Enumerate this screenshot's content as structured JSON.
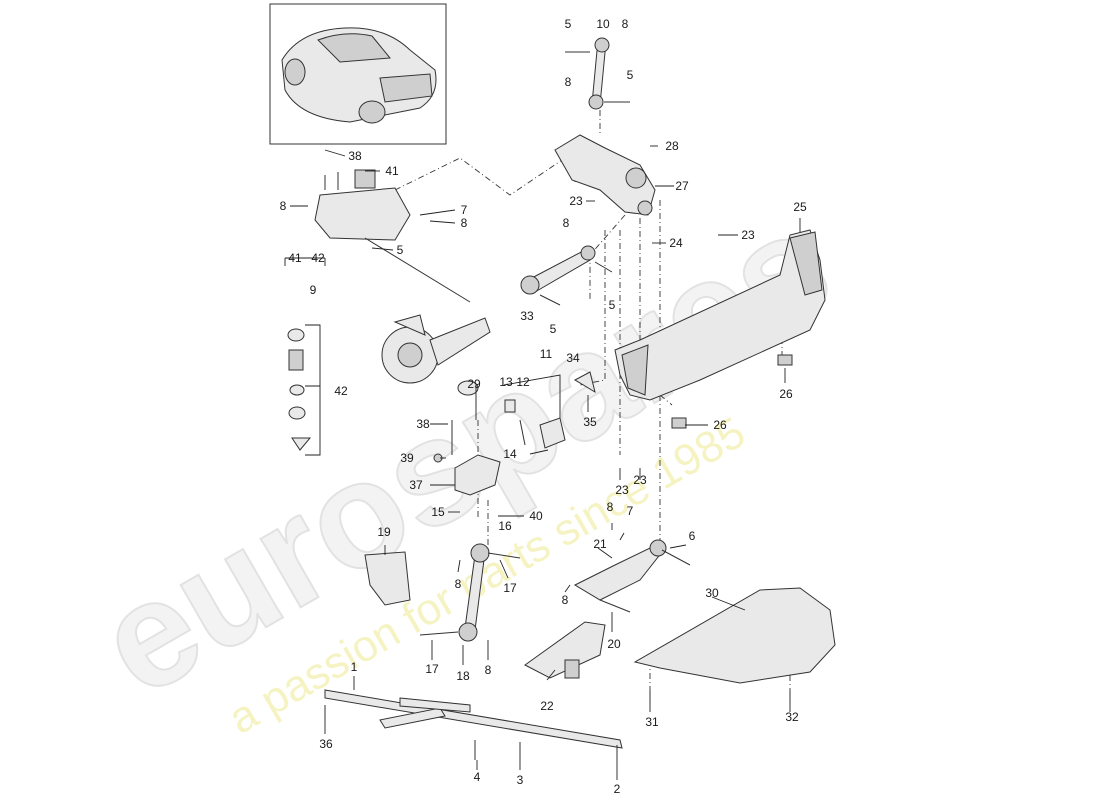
{
  "watermark": {
    "brand": "eurospares",
    "tagline": "a passion for parts since 1985"
  },
  "callouts": [
    {
      "id": "c-5a",
      "text": "5"
    },
    {
      "id": "c-10",
      "text": "10"
    },
    {
      "id": "c-8a",
      "text": "8"
    },
    {
      "id": "c-8b",
      "text": "8"
    },
    {
      "id": "c-5b",
      "text": "5"
    },
    {
      "id": "c-38a",
      "text": "38"
    },
    {
      "id": "c-28",
      "text": "28"
    },
    {
      "id": "c-41a",
      "text": "41"
    },
    {
      "id": "c-27",
      "text": "27"
    },
    {
      "id": "c-8c",
      "text": "8"
    },
    {
      "id": "c-7a",
      "text": "7"
    },
    {
      "id": "c-8d",
      "text": "8"
    },
    {
      "id": "c-23a",
      "text": "23"
    },
    {
      "id": "c-5c",
      "text": "5"
    },
    {
      "id": "c-8e",
      "text": "8"
    },
    {
      "id": "c-24",
      "text": "24"
    },
    {
      "id": "c-23b",
      "text": "23"
    },
    {
      "id": "c-25",
      "text": "25"
    },
    {
      "id": "c-41b",
      "text": "41"
    },
    {
      "id": "c-42a",
      "text": "42"
    },
    {
      "id": "c-9",
      "text": "9"
    },
    {
      "id": "c-5d",
      "text": "5"
    },
    {
      "id": "c-33",
      "text": "33"
    },
    {
      "id": "c-5e",
      "text": "5"
    },
    {
      "id": "c-42b",
      "text": "42"
    },
    {
      "id": "c-11",
      "text": "11"
    },
    {
      "id": "c-34",
      "text": "34"
    },
    {
      "id": "c-13",
      "text": "13"
    },
    {
      "id": "c-12",
      "text": "12"
    },
    {
      "id": "c-29",
      "text": "29"
    },
    {
      "id": "c-26a",
      "text": "26"
    },
    {
      "id": "c-38b",
      "text": "38"
    },
    {
      "id": "c-35",
      "text": "35"
    },
    {
      "id": "c-26b",
      "text": "26"
    },
    {
      "id": "c-14",
      "text": "14"
    },
    {
      "id": "c-39",
      "text": "39"
    },
    {
      "id": "c-37",
      "text": "37"
    },
    {
      "id": "c-23c",
      "text": "23"
    },
    {
      "id": "c-23d",
      "text": "23"
    },
    {
      "id": "c-15",
      "text": "15"
    },
    {
      "id": "c-40",
      "text": "40"
    },
    {
      "id": "c-16",
      "text": "16"
    },
    {
      "id": "c-8f",
      "text": "8"
    },
    {
      "id": "c-7b",
      "text": "7"
    },
    {
      "id": "c-19",
      "text": "19"
    },
    {
      "id": "c-21",
      "text": "21"
    },
    {
      "id": "c-6",
      "text": "6"
    },
    {
      "id": "c-8g",
      "text": "8"
    },
    {
      "id": "c-17a",
      "text": "17"
    },
    {
      "id": "c-30",
      "text": "30"
    },
    {
      "id": "c-8h",
      "text": "8"
    },
    {
      "id": "c-20",
      "text": "20"
    },
    {
      "id": "c-17b",
      "text": "17"
    },
    {
      "id": "c-18",
      "text": "18"
    },
    {
      "id": "c-8i",
      "text": "8"
    },
    {
      "id": "c-1",
      "text": "1"
    },
    {
      "id": "c-22",
      "text": "22"
    },
    {
      "id": "c-31",
      "text": "31"
    },
    {
      "id": "c-32",
      "text": "32"
    },
    {
      "id": "c-36",
      "text": "36"
    },
    {
      "id": "c-4",
      "text": "4"
    },
    {
      "id": "c-3",
      "text": "3"
    },
    {
      "id": "c-2",
      "text": "2"
    }
  ]
}
